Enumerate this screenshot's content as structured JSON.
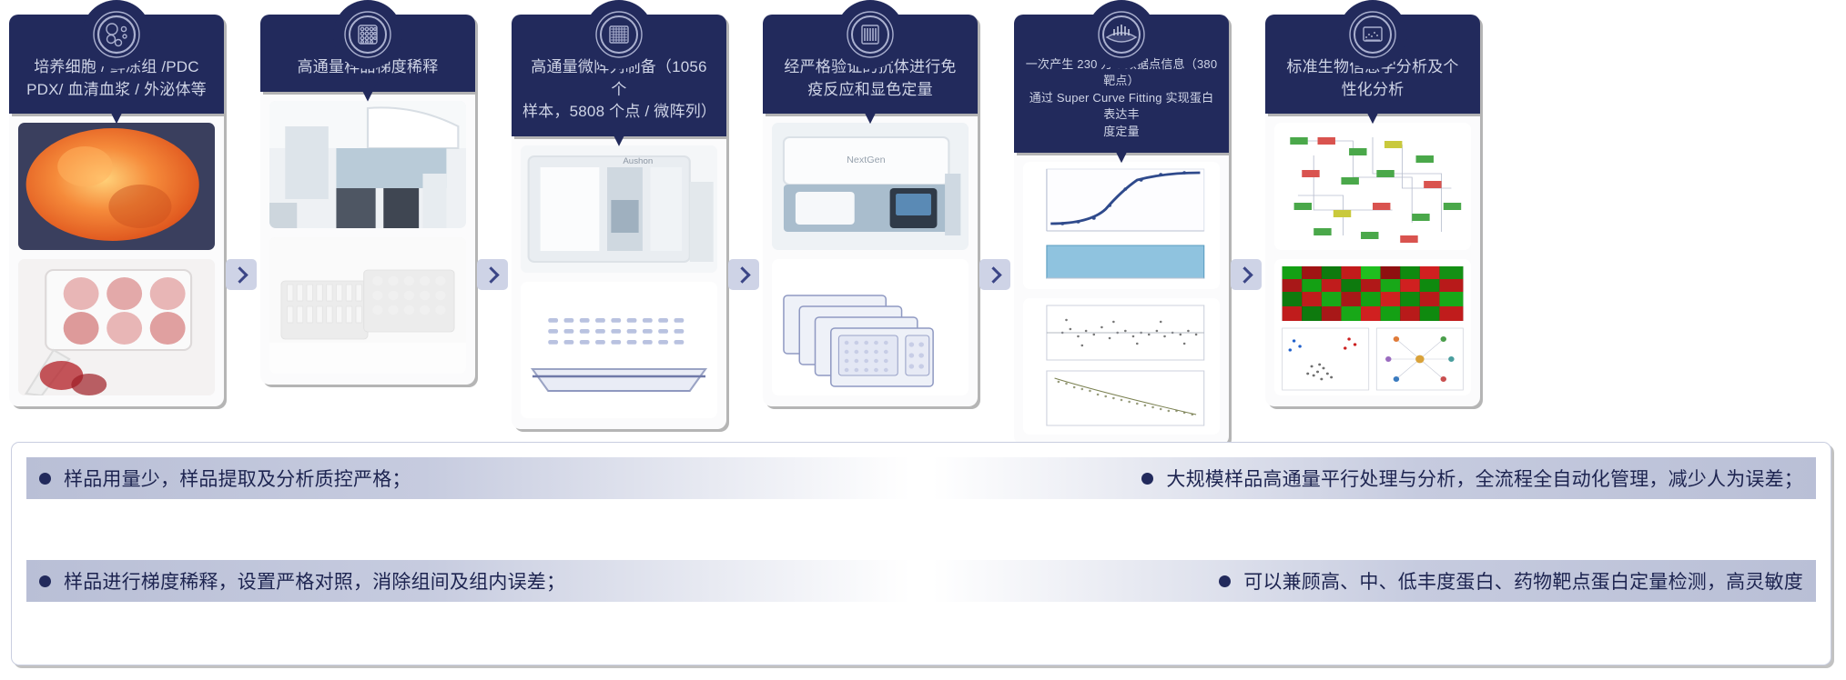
{
  "theme": {
    "panel_navy": "#222a5c",
    "title_text": "#cfd4e6",
    "note_text": "#1d2450",
    "note_band": "#b9bfd6",
    "arrow_box": "#ced3e6",
    "arrow_glyph": "#3b4586",
    "card_body": "#fbfbfc"
  },
  "workflow": {
    "steps": [
      {
        "id": "sample-collection",
        "icon": "petri-dish-cells-icon",
        "title": "培养细胞 / 鲜冻组 /PDC PDX/ 血清血浆 / 外泌体等",
        "title_lines": [
          "培养细胞 / 鲜冻组 /PDC",
          "PDX/ 血清血浆 / 外泌体等"
        ],
        "thumb_top": "tumor-tissue-photo",
        "thumb_bottom": "6-well-plate-photo"
      },
      {
        "id": "gradient-dilution",
        "icon": "microplate-grid-icon",
        "title": "高通量样品梯度稀释",
        "title_lines": [
          "高通量样品梯度稀释"
        ],
        "thumb_top": "liquid-handling-robot-photo",
        "thumb_bottom": "pipette-tip-rack-photo"
      },
      {
        "id": "microarray-preparation",
        "icon": "microarray-chip-icon",
        "title": "高通量微阵列制备（1056 个样本，5808 个点 / 微阵列）",
        "title_lines": [
          "高通量微阵列制备（1056 个",
          "样本，5808 个点 / 微阵列）"
        ],
        "thumb_top": "arrayer-instrument-photo",
        "thumb_bottom": "printed-slide-illustration"
      },
      {
        "id": "immunoassay-detection",
        "icon": "antibody-array-icon",
        "title": "经严格验证的抗体进行免疫反应和显色定量",
        "title_lines": [
          "经严格验证的抗体进行免",
          "疫反应和显色定量"
        ],
        "thumb_top": "imaging-scanner-photo",
        "thumb_bottom": "stacked-slides-illustration"
      },
      {
        "id": "data-generation",
        "icon": "data-scan-icon",
        "title": "一次产生 230 万个数据点信息（380 靶点）通过 Super Curve Fitting 实现蛋白表达丰度定量",
        "title_lines": [
          "一次产生 230 万个数据点信息（380 靶点）",
          "通过 Super Curve Fitting 实现蛋白表达丰",
          "度定量"
        ],
        "small": true,
        "thumb_top": "sigmoid-fitting-curve-plot",
        "thumb_bottom": "ma-scatter-plots"
      },
      {
        "id": "bioinformatics-analysis",
        "icon": "report-chart-icon",
        "title": "标准生物信息学分析及个性化分析",
        "title_lines": [
          "标准生物信息学分析及个",
          "性化分析"
        ],
        "thumb_top": "pathway-network-diagram",
        "thumb_bottom": "heatmap-volcano-panel"
      }
    ],
    "arrow_glyph": "chevron-right"
  },
  "notes": {
    "items": [
      {
        "id": "note-1",
        "text": "样品用量少，样品提取及分析质控严格；",
        "align": "left"
      },
      {
        "id": "note-2",
        "text": "大规模样品高通量平行处理与分析，全流程全自动化管理，减少人为误差；",
        "align": "right"
      },
      {
        "id": "note-3",
        "text": "样品进行梯度稀释，设置严格对照，消除组间及组内误差；",
        "align": "left"
      },
      {
        "id": "note-4",
        "text": "可以兼顾高、中、低丰度蛋白、药物靶点蛋白定量检测，高灵敏度",
        "align": "right"
      }
    ]
  }
}
